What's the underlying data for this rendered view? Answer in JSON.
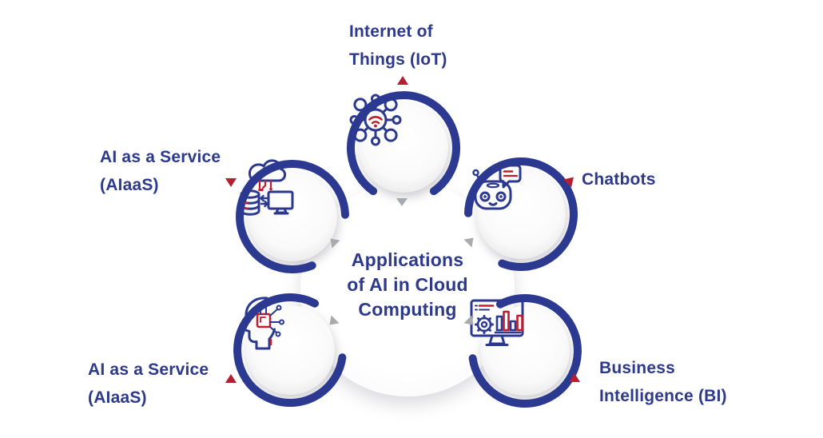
{
  "diagram": {
    "center": {
      "lines": [
        "Applications",
        "of AI in Cloud",
        "Computing"
      ]
    },
    "colors": {
      "navy": "#2b3990",
      "red": "#bf1e2e",
      "gray_arrow": "#a8aaad",
      "text_navy": "#2d3a8c",
      "disc_fill": "#f4f4f5"
    },
    "nodes": [
      {
        "id": "iot",
        "icon": "iot-network-icon",
        "label_lines": [
          "Internet of",
          "Things (IoT)"
        ]
      },
      {
        "id": "aiaas_upper",
        "icon": "cloud-data-service-icon",
        "label_lines": [
          "AI as a Service",
          "(AIaaS)"
        ]
      },
      {
        "id": "chatbots",
        "icon": "chatbot-icon",
        "label_lines": [
          "Chatbots"
        ]
      },
      {
        "id": "aiaas_lower",
        "icon": "ai-head-circuit-icon",
        "label_lines": [
          "AI as a Service",
          "(AIaaS)"
        ]
      },
      {
        "id": "bi",
        "icon": "bi-dashboard-icon",
        "label_lines": [
          "Business",
          "Intelligence (BI)"
        ]
      }
    ]
  }
}
